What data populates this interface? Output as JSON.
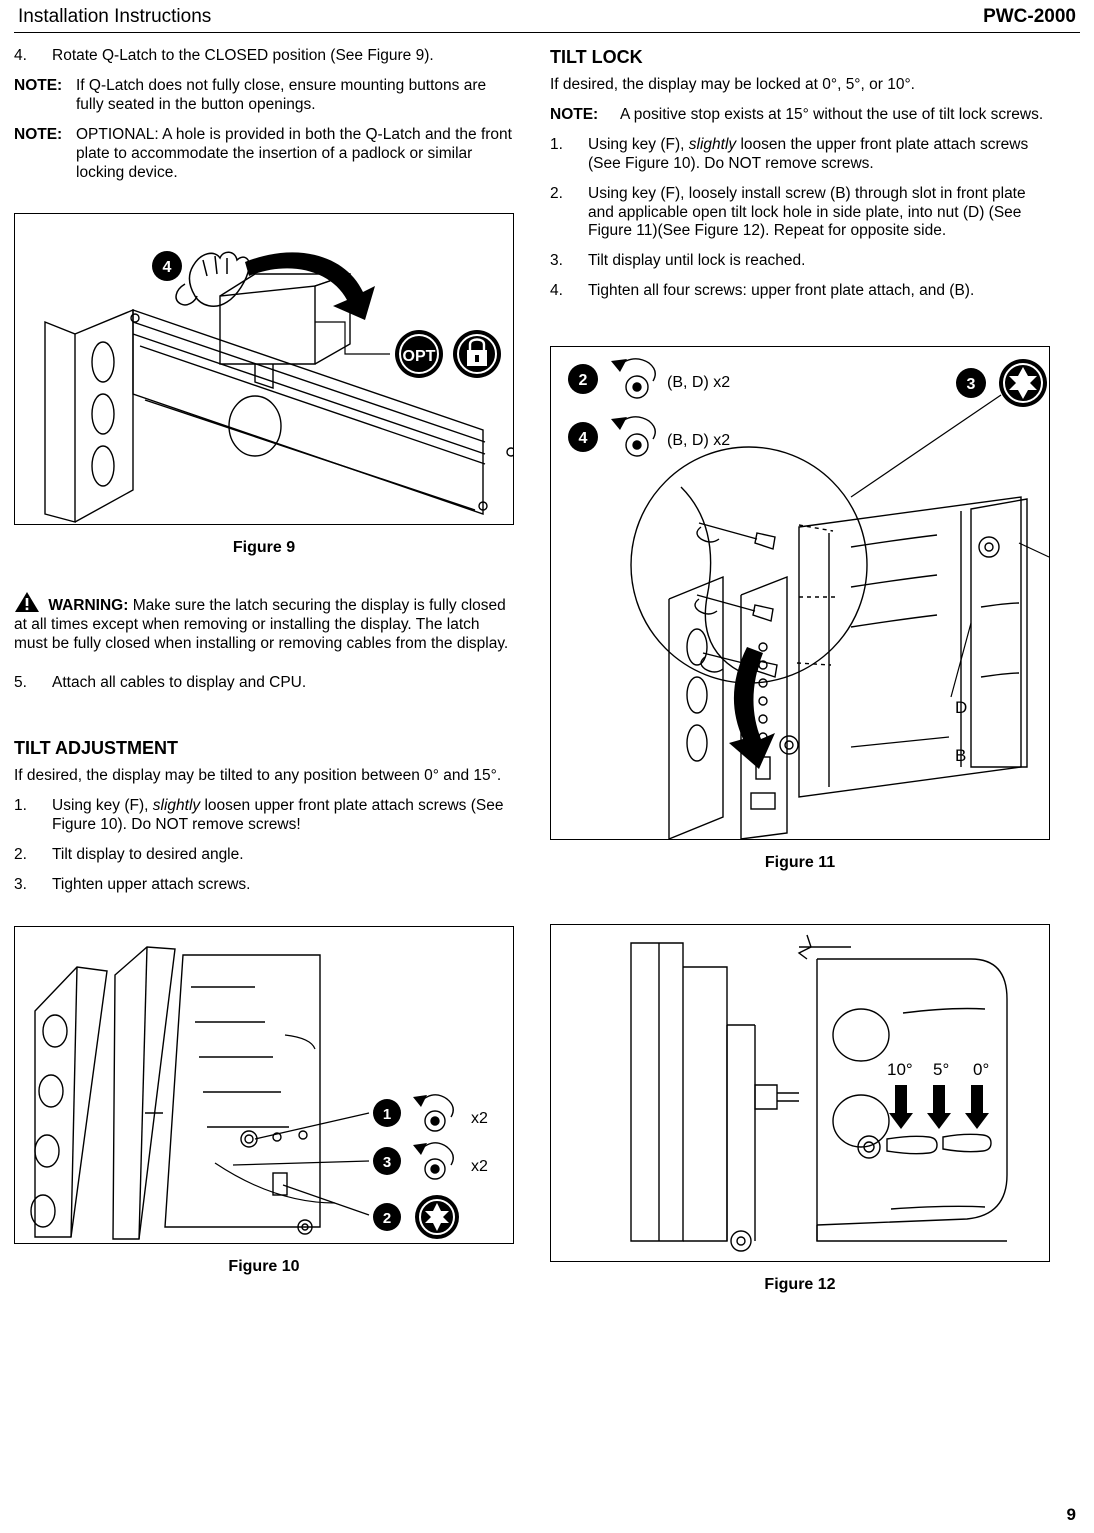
{
  "header": {
    "left": "Installation Instructions",
    "right": "PWC-2000"
  },
  "page_number": "9",
  "left_column": {
    "step4": {
      "num": "4.",
      "text": "Rotate Q-Latch to the CLOSED position (See Figure 9)."
    },
    "note1": {
      "label": "NOTE:",
      "text": "If Q-Latch does not fully close, ensure mounting buttons are fully seated in the button openings."
    },
    "note2": {
      "label": "NOTE:",
      "text": "OPTIONAL: A hole is provided in both the Q-Latch and the front plate to accommodate the insertion of a padlock or similar locking device."
    },
    "figure9": {
      "caption": "Figure 9",
      "callout_number": "4",
      "opt_label": "OPT",
      "lock_icon": "padlock-icon"
    },
    "warning": {
      "label": "WARNING:",
      "text": "Make sure the latch securing the display is fully closed at all times except when removing or installing the display. The latch must be fully closed when installing or removing cables from the display.",
      "icon": "warning-triangle-icon"
    },
    "step5": {
      "num": "5.",
      "text": "Attach all cables to display and CPU."
    },
    "tilt_adjustment": {
      "heading": "TILT ADJUSTMENT",
      "intro": "If desired, the display may be tilted to any position between 0° and 15°.",
      "steps": [
        {
          "num": "1.",
          "pre": "Using key (F), ",
          "italic": "slightly",
          "post": " loosen upper front plate attach screws (See Figure 10). Do NOT remove screws!"
        },
        {
          "num": "2.",
          "pre": "Tilt display to desired angle.",
          "italic": "",
          "post": ""
        },
        {
          "num": "3.",
          "pre": "Tighten upper attach screws.",
          "italic": "",
          "post": ""
        }
      ]
    },
    "figure10": {
      "caption": "Figure 10",
      "callouts": [
        {
          "number": "1",
          "qty": "x2"
        },
        {
          "number": "3",
          "qty": "x2"
        },
        {
          "number": "2",
          "qty": ""
        }
      ]
    }
  },
  "right_column": {
    "tilt_lock": {
      "heading": "TILT LOCK",
      "intro": "If desired, the display may be locked at 0°, 5°, or 10°.",
      "note": {
        "label": "NOTE:",
        "text": "A positive stop exists at 15° without the use of tilt lock screws."
      },
      "steps": [
        {
          "num": "1.",
          "pre": "Using key (F), ",
          "italic": "slightly",
          "post": " loosen the upper front plate attach screws (See Figure 10). Do NOT remove screws."
        },
        {
          "num": "2.",
          "pre": "Using key (F), loosely install screw (B) through slot in front plate and applicable open tilt lock hole in side plate, into nut (D) (See Figure 11)(See Figure 12).  Repeat for opposite side.",
          "italic": "",
          "post": ""
        },
        {
          "num": "3.",
          "pre": "Tilt display until lock is reached.",
          "italic": "",
          "post": ""
        },
        {
          "num": "4.",
          "pre": "Tighten all four screws: upper front plate attach, and (B).",
          "italic": "",
          "post": ""
        }
      ]
    },
    "figure11": {
      "caption": "Figure 11",
      "callouts": [
        {
          "number": "2",
          "label": "(B, D) x2"
        },
        {
          "number": "4",
          "label": "(B, D) x2"
        },
        {
          "number": "3",
          "label": ""
        }
      ],
      "part_labels": [
        "D",
        "B"
      ]
    },
    "figure12": {
      "caption": "Figure 12",
      "angle_labels": [
        "10°",
        "5°",
        "0°"
      ]
    }
  }
}
